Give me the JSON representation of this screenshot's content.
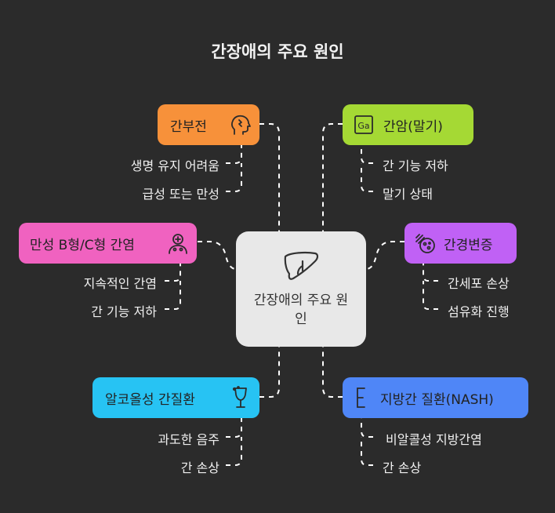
{
  "title": "간장애의 주요 원인",
  "center": {
    "label": "간장애의 주요 원인",
    "icon": "liver-icon"
  },
  "categories": {
    "liver_failure": {
      "label": "간부전",
      "color": "#f7913a",
      "icon": "head-icon",
      "items": [
        "생명 유지 어려움",
        "급성 또는 만성"
      ]
    },
    "liver_cancer": {
      "label": "간암(말기)",
      "color": "#a5d934",
      "icon": "gallium-element-icon",
      "items": [
        "간 기능 저하",
        "말기 상태"
      ]
    },
    "chronic_hepatitis": {
      "label": "만성 B형/C형 간염",
      "color": "#f062c0",
      "icon": "patient-icon",
      "items": [
        "지속적인 간염",
        "간 기능 저하"
      ]
    },
    "cirrhosis": {
      "label": "간경변증",
      "color": "#c061f5",
      "icon": "virus-cell-icon",
      "items": [
        "간세포 손상",
        "섬유화 진행"
      ]
    },
    "alcoholic": {
      "label": "알코올성 간질환",
      "color": "#27c3f3",
      "icon": "wine-glass-icon",
      "items": [
        "과도한 음주",
        "간 손상"
      ]
    },
    "fatty_liver": {
      "label": "지방간 질환(NASH)",
      "color": "#4f86f7",
      "icon": "energy-e-icon",
      "items": [
        "비알콜성 지방간염",
        "간 손상"
      ]
    }
  }
}
